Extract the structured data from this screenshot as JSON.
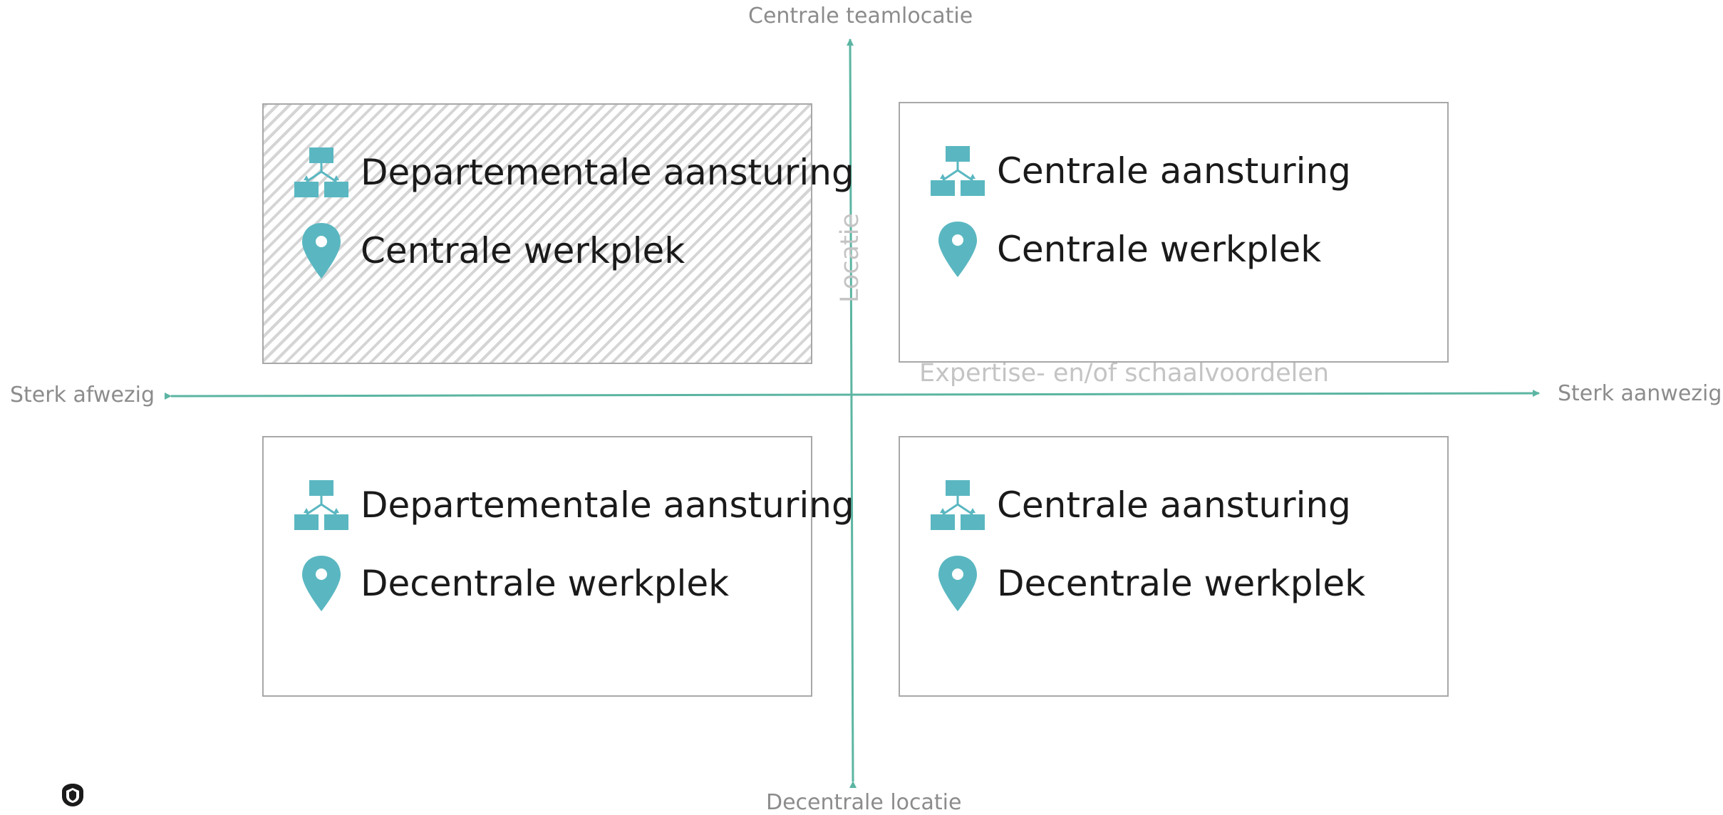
{
  "axes": {
    "top_label": "Centrale teamlocatie",
    "bottom_label": "Decentrale locatie",
    "left_label": "Sterk afwezig",
    "right_label": "Sterk aanwezig",
    "vertical_title": "Locatie",
    "horizontal_title": "Expertise- en/of schaalvoordelen",
    "axis_color": "#5bb5a2",
    "label_color": "#8c8c8c",
    "title_color": "#c4c4c4"
  },
  "quadrants": [
    {
      "position": "top-left",
      "hatched": true,
      "steering_icon": "org-chart-icon",
      "steering": "Departementale aansturing",
      "location_icon": "map-pin-icon",
      "location": "Centrale werkplek"
    },
    {
      "position": "top-right",
      "hatched": false,
      "steering_icon": "org-chart-icon",
      "steering": "Centrale aansturing",
      "location_icon": "map-pin-icon",
      "location": "Centrale werkplek"
    },
    {
      "position": "bottom-left",
      "hatched": false,
      "steering_icon": "org-chart-icon",
      "steering": "Departementale aansturing",
      "location_icon": "map-pin-icon",
      "location": "Decentrale werkplek"
    },
    {
      "position": "bottom-right",
      "hatched": false,
      "steering_icon": "org-chart-icon",
      "steering": "Centrale aansturing",
      "location_icon": "map-pin-icon",
      "location": "Decentrale werkplek"
    }
  ],
  "icon_color": "#5ab7c1",
  "quadrant_border_color": "#a8a8a8",
  "logo_icon": "shield-logo-icon"
}
